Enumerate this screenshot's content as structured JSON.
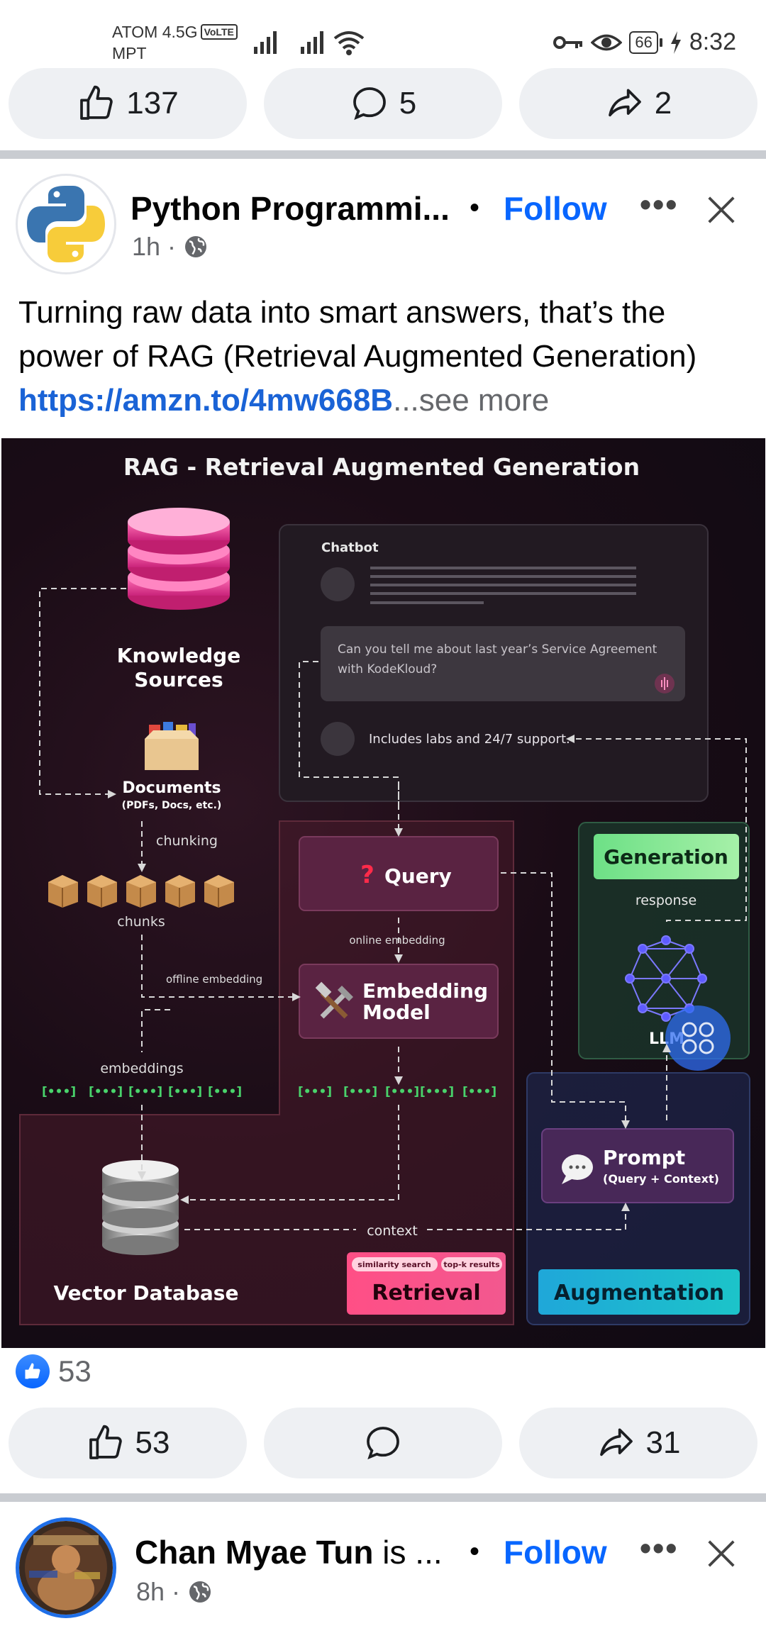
{
  "status_bar": {
    "carrier_line1": "ATOM 4.5G",
    "volte": "VoLTE",
    "carrier_line2": "MPT",
    "battery": "66",
    "time": "8:32"
  },
  "top_actions": {
    "like_count": "137",
    "comment_count": "5",
    "share_count": "2"
  },
  "post": {
    "author": "Python Programmi...",
    "separator": "•",
    "follow": "Follow",
    "more": "•••",
    "time": "1h",
    "meta_dot": "·",
    "text": "Turning raw data into smart answers, that’s the power of RAG (Retrieval Augmented Generation)",
    "link": "https://amzn.to/4mw668B",
    "see_more": "...see more",
    "infographic": {
      "title": "RAG - Retrieval Augmented Generation",
      "chatbot_label": "Chatbot",
      "chat_question": [
        "Can you tell me about last year’s Service Agreement",
        "with KodeKloud?"
      ],
      "chat_answer": "Includes labs and 24/7 support.",
      "knowledge_sources": [
        "Knowledge",
        "Sources"
      ],
      "documents": "Documents",
      "documents_sub": "(PDFs, Docs, etc.)",
      "chunking": "chunking",
      "chunks": "chunks",
      "offline_embedding": "offline embedding",
      "online_embedding": "online embedding",
      "embeddings": "embeddings",
      "vector_token": "[•••]",
      "query": "Query",
      "embedding_model": [
        "Embedding",
        "Model"
      ],
      "generation": "Generation",
      "response": "response",
      "llm": "LLM",
      "prompt": "Prompt",
      "prompt_sub": "(Query + Context)",
      "context": "context",
      "similarity_search": "similarity search",
      "top_k": "top-k results",
      "retrieval": "Retrieval",
      "augmentation": "Augmentation",
      "vector_database": "Vector Database"
    },
    "reaction_count": "53",
    "like_count": "53",
    "share_count": "31"
  },
  "next_post": {
    "author": "Chan Myae Tun",
    "author_suffix": " is ...",
    "separator": "•",
    "follow": "Follow",
    "more": "•••",
    "time": "8h",
    "meta_dot": "·"
  }
}
